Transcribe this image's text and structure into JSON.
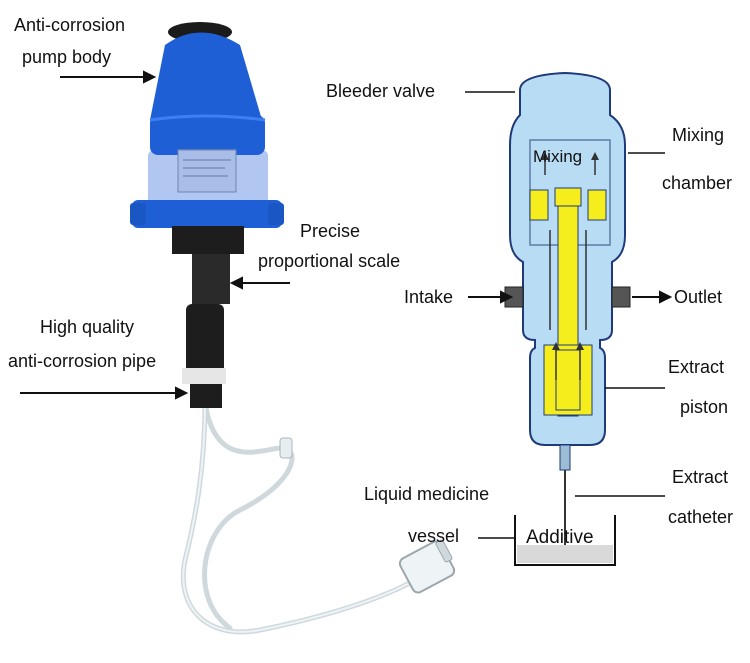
{
  "labels": {
    "anti_corrosion_pump_body_line1": "Anti-corrosion",
    "anti_corrosion_pump_body_line2": "pump body",
    "precise_line1": "Precise",
    "precise_line2": "proportional scale",
    "high_quality_line1": "High quality",
    "high_quality_line2": "anti-corrosion pipe",
    "bleeder_valve": "Bleeder valve",
    "mixing_chamber_line1": "Mixing",
    "mixing_chamber_line2": "chamber",
    "mixing_inner": "Mixing",
    "intake": "Intake",
    "outlet": "Outlet",
    "extract_piston_line1": "Extract",
    "extract_piston_line2": "piston",
    "extract_catheter_line1": "Extract",
    "extract_catheter_line2": "catheter",
    "liquid_medicine_line1": "Liquid medicine",
    "liquid_medicine_line2": "vessel",
    "additive": "Additive"
  },
  "colors": {
    "pump_blue": "#1f5fd6",
    "pump_dark": "#1a1a1a",
    "diagram_blue": "#b9dcf5",
    "diagram_blue_border": "#1e3a7a",
    "piston_yellow": "#f5ee1c",
    "tube": "#dfe8ec"
  }
}
